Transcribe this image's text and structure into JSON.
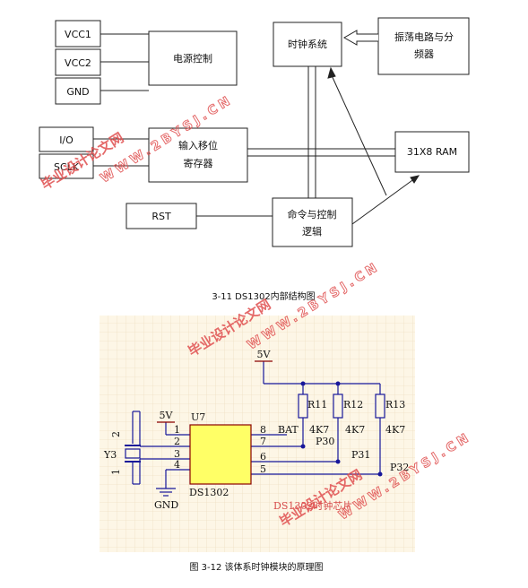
{
  "block_diagram": {
    "vcc1": "VCC1",
    "vcc2": "VCC2",
    "gnd": "GND",
    "power_control": "电源控制",
    "io": "I/O",
    "sclk": "SCLK",
    "shift_register_line1": "输入移位",
    "shift_register_line2": "寄存器",
    "rst": "RST",
    "clock_system": "时钟系统",
    "oscillator_line1": "振荡电路与分",
    "oscillator_line2": "频器",
    "ram": "31X8 RAM",
    "command_logic_line1": "命令与控制",
    "command_logic_line2": "逻辑",
    "caption": "3-11 DS1302内部结构图"
  },
  "schematic": {
    "supply_top": "5V",
    "supply_chip": "5V",
    "chip_ref": "U7",
    "chip_name": "DS1302",
    "crystal_ref": "Y3",
    "crystal_pin1": "1",
    "crystal_pin2": "2",
    "ground": "GND",
    "pins_left": [
      "1",
      "2",
      "3",
      "4"
    ],
    "pins_right": [
      "8",
      "7",
      "6",
      "5"
    ],
    "bat": "BAT",
    "resistors": [
      {
        "ref": "R11",
        "value": "4K7"
      },
      {
        "ref": "R12",
        "value": "4K7"
      },
      {
        "ref": "R13",
        "value": "4K7"
      }
    ],
    "nets": [
      "P30",
      "P31",
      "P32"
    ],
    "module_label": "DS1302时钟芯片",
    "caption": "图 3-12 该体系时钟模块的原理图"
  },
  "watermark": {
    "cn": "毕业设计论文网",
    "url": "WWW.2BYSJ.CN"
  },
  "colors": {
    "grid_bg": "#fdf6e6",
    "grid_line": "#ead8b8",
    "wire": "#17179a",
    "chip_fill": "#ffff66",
    "chip_border": "#8a0000",
    "net_label": "#a01010",
    "module_label": "#d64a4a",
    "watermark": "#e05050"
  }
}
